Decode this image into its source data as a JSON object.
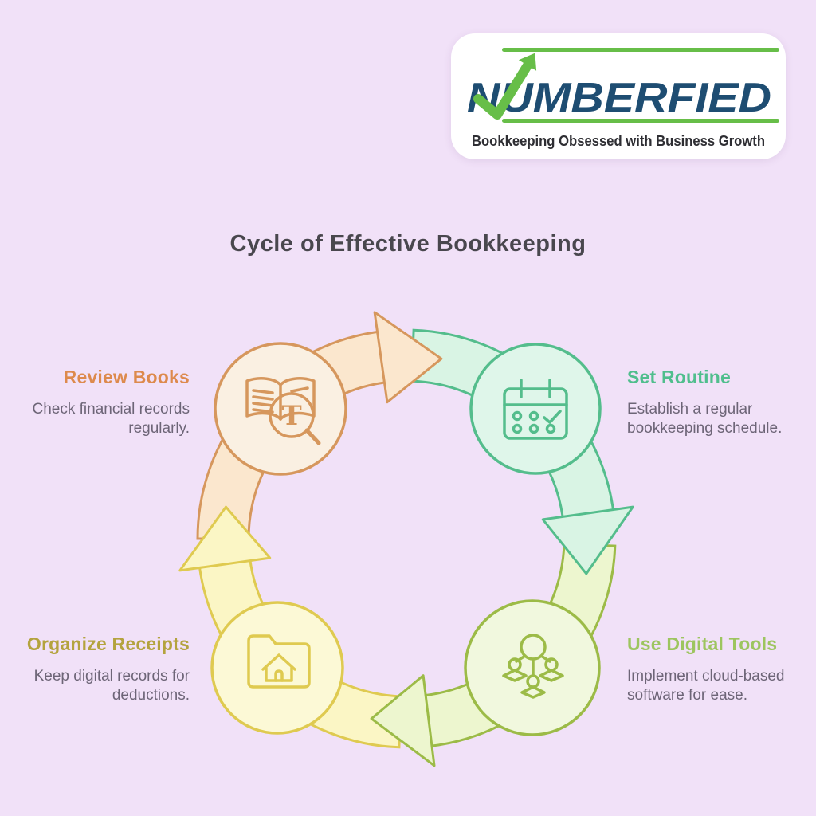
{
  "title": "Cycle of Effective Bookkeeping",
  "logo": {
    "brand": "NUMBERFIED",
    "tagline": "Bookkeeping Obsessed with Business Growth"
  },
  "colors": {
    "background": "#F1E1F8",
    "card_bg": "#FFFFFF",
    "title_text": "#49474E",
    "desc_text": "#6D6577",
    "logo_navy": "#1E4D72",
    "logo_green": "#67BE48",
    "tagline_text": "#2E2E33"
  },
  "cycle": {
    "direction": "clockwise",
    "nodes": [
      {
        "id": "review-books",
        "label": "Review Books",
        "description": "Check financial records regularly.",
        "icon": "book-magnifier-icon",
        "circle_fill": "#FAF0E2",
        "band_fill": "#FBE7CE",
        "stroke": "#D6975D",
        "title_color": "#DD8A4D"
      },
      {
        "id": "set-routine",
        "label": "Set Routine",
        "description": "Establish a regular bookkeeping schedule.",
        "icon": "calendar-check-icon",
        "circle_fill": "#DFF6EA",
        "band_fill": "#D9F4E4",
        "stroke": "#54BD8C",
        "title_color": "#50BE8D"
      },
      {
        "id": "use-digital-tools",
        "label": "Use Digital Tools",
        "description": "Implement cloud-based software for ease.",
        "icon": "network-people-icon",
        "circle_fill": "#F1F8DE",
        "band_fill": "#EDF6CF",
        "stroke": "#9CBB47",
        "title_color": "#9DC55F"
      },
      {
        "id": "organize-receipts",
        "label": "Organize Receipts",
        "description": "Keep digital records for deductions.",
        "icon": "folder-home-icon",
        "circle_fill": "#FCF9D6",
        "band_fill": "#FBF6C5",
        "stroke": "#DFCA50",
        "title_color": "#B4A33E"
      }
    ]
  }
}
